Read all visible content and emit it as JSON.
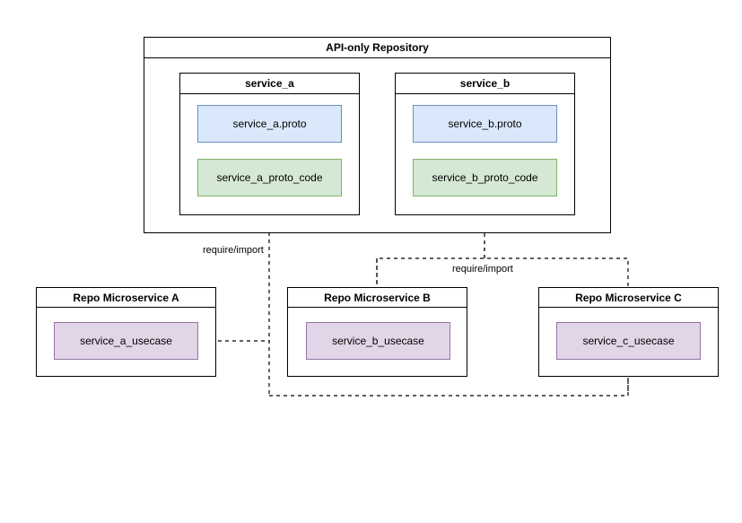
{
  "diagram": {
    "title": "API-only Repository",
    "api_repository": {
      "label": "API-only Repository",
      "services": [
        {
          "label": "service_a",
          "proto": "service_a.proto",
          "proto_code": "service_a_proto_code"
        },
        {
          "label": "service_b",
          "proto": "service_b.proto",
          "proto_code": "service_b_proto_code"
        }
      ]
    },
    "repos": [
      {
        "label": "Repo Microservice A",
        "usecase": "service_a_usecase"
      },
      {
        "label": "Repo Microservice B",
        "usecase": "service_b_usecase"
      },
      {
        "label": "Repo Microservice C",
        "usecase": "service_c_usecase"
      }
    ],
    "edge_labels": {
      "left": "require/import",
      "right": "require/import"
    },
    "colors": {
      "proto_fill": "#dae8fc",
      "proto_stroke": "#6c8ebf",
      "proto_code_fill": "#d5e8d4",
      "proto_code_stroke": "#82b366",
      "usecase_fill": "#e1d5e7",
      "usecase_stroke": "#9673a6",
      "container_stroke": "#000000",
      "edge_stroke": "#000000",
      "background": "#ffffff"
    }
  }
}
